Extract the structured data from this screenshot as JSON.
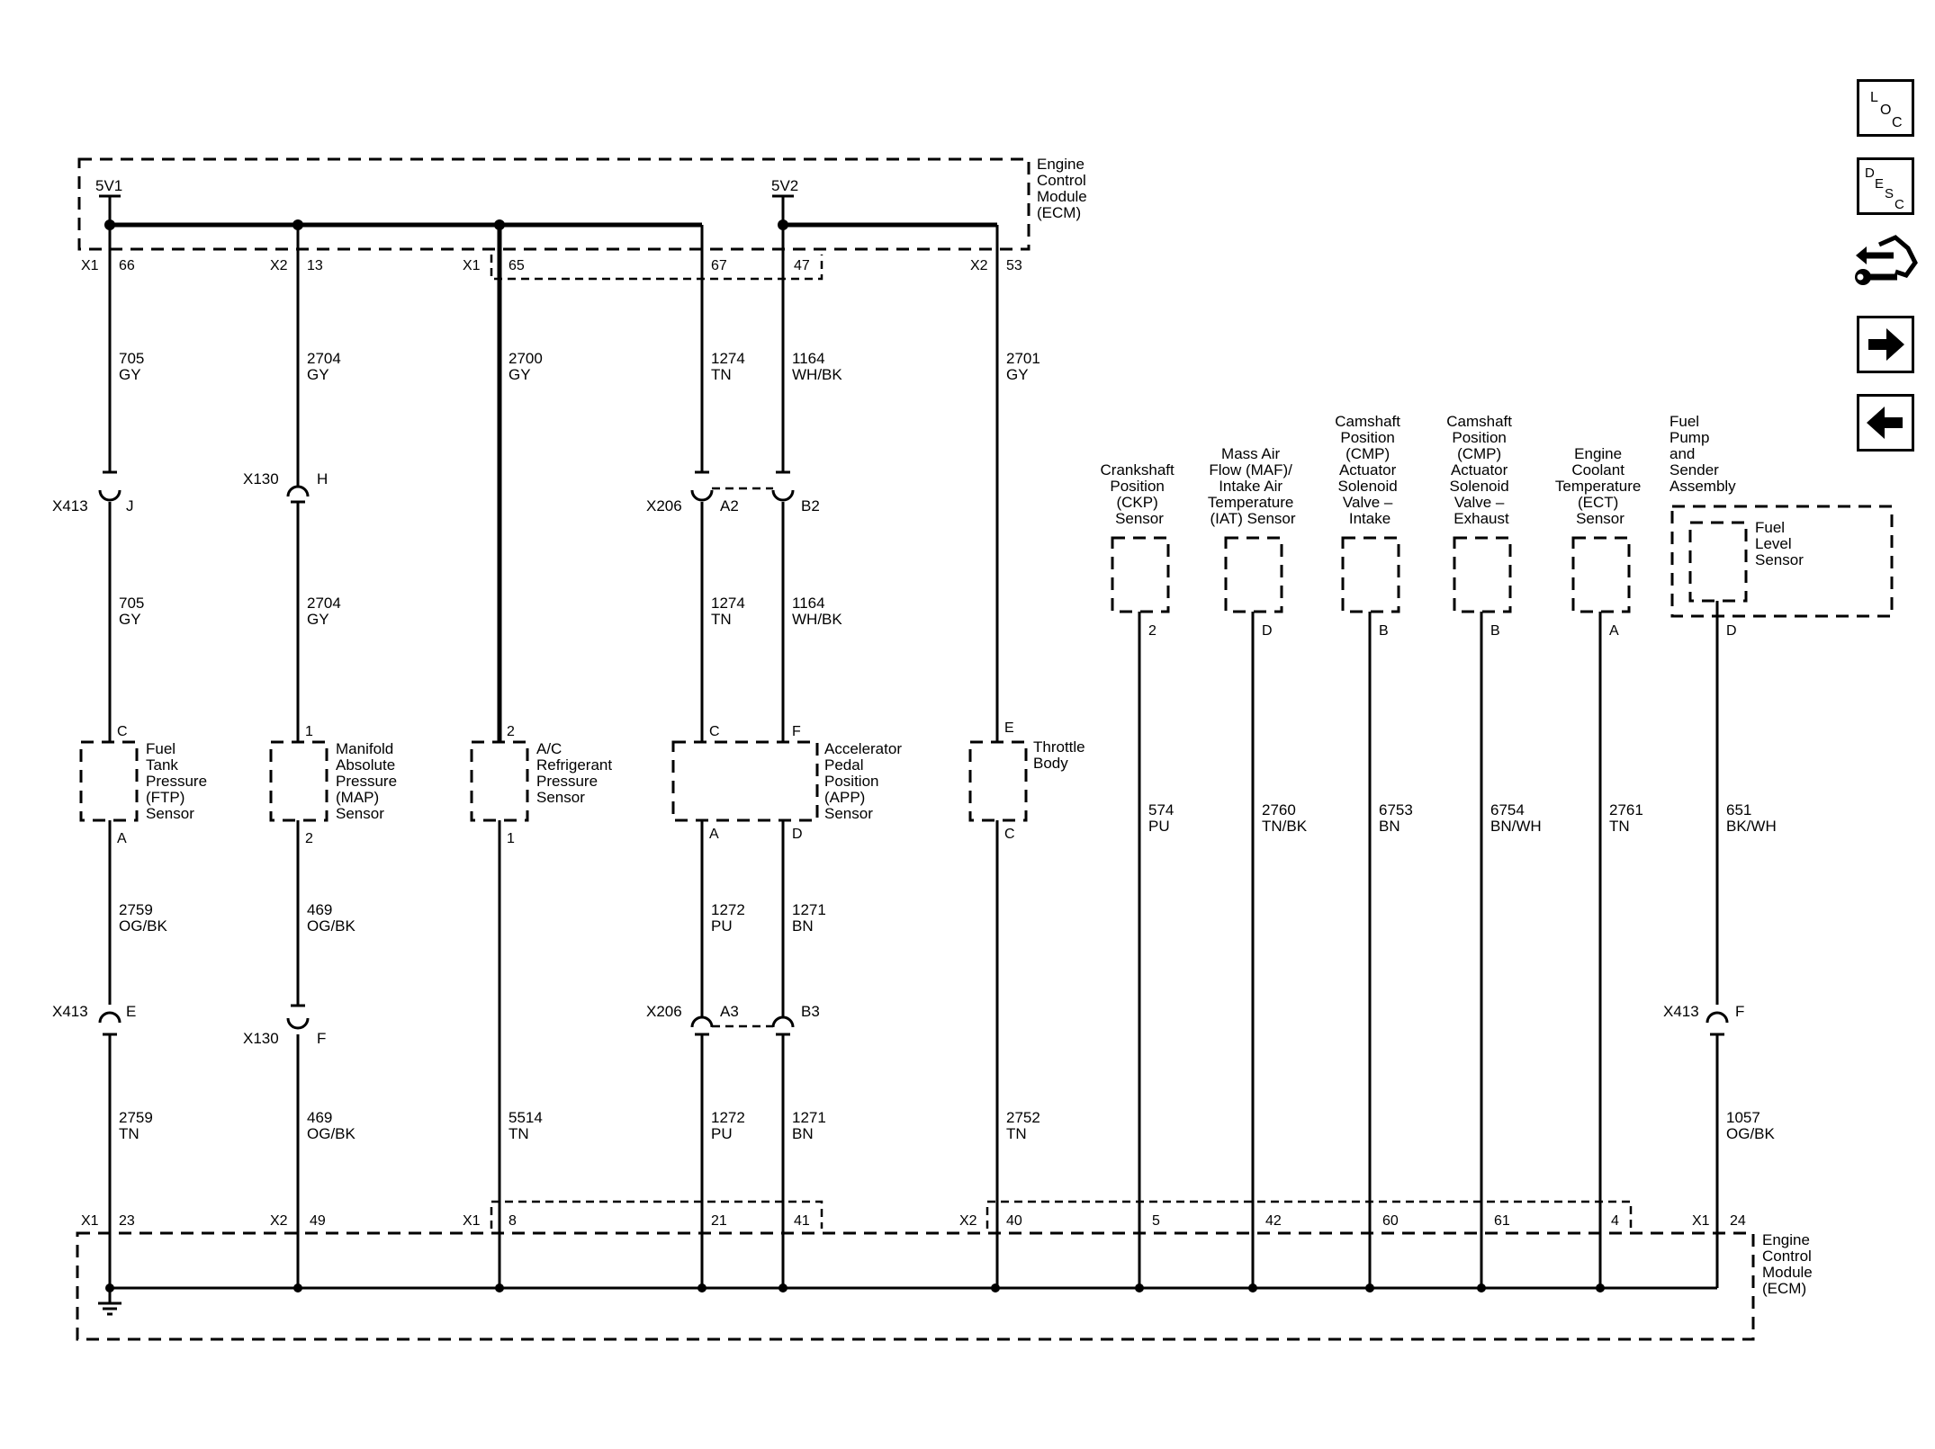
{
  "ecm_top": {
    "label_lines": [
      "Engine",
      "Control",
      "Module",
      "(ECM)"
    ],
    "supplies": [
      "5V1",
      "5V2"
    ],
    "pins": [
      {
        "conn": "X1",
        "pin": "66"
      },
      {
        "conn": "X2",
        "pin": "13"
      },
      {
        "conn": "X1",
        "pin": "65"
      },
      {
        "conn": "",
        "pin": "67"
      },
      {
        "conn": "",
        "pin": "47"
      },
      {
        "conn": "X2",
        "pin": "53"
      }
    ]
  },
  "ecm_bottom": {
    "label_lines": [
      "Engine",
      "Control",
      "Module",
      "(ECM)"
    ],
    "pins": [
      {
        "conn": "X1",
        "pin": "23"
      },
      {
        "conn": "X2",
        "pin": "49"
      },
      {
        "conn": "X1",
        "pin": "8"
      },
      {
        "conn": "",
        "pin": "21"
      },
      {
        "conn": "",
        "pin": "41"
      },
      {
        "conn": "X2",
        "pin": "40"
      },
      {
        "conn": "",
        "pin": "5"
      },
      {
        "conn": "",
        "pin": "42"
      },
      {
        "conn": "",
        "pin": "60"
      },
      {
        "conn": "",
        "pin": "61"
      },
      {
        "conn": "",
        "pin": "4"
      },
      {
        "conn": "X1",
        "pin": "24"
      }
    ]
  },
  "circuits_upper": [
    {
      "num": "705",
      "color": "GY"
    },
    {
      "num": "2704",
      "color": "GY"
    },
    {
      "num": "2700",
      "color": "GY"
    },
    {
      "num": "1274",
      "color": "TN"
    },
    {
      "num": "1164",
      "color": "WH/BK"
    },
    {
      "num": "2701",
      "color": "GY"
    }
  ],
  "connectors_upper": [
    {
      "name": "X413",
      "pin": "J"
    },
    {
      "name": "X130",
      "pin": "H"
    },
    {
      "name": "X206",
      "pin": "A2"
    },
    {
      "name": "",
      "pin": "B2"
    }
  ],
  "circuits_mid": [
    {
      "num": "705",
      "color": "GY"
    },
    {
      "num": "2704",
      "color": "GY"
    },
    {
      "num": "1274",
      "color": "TN"
    },
    {
      "num": "1164",
      "color": "WH/BK"
    }
  ],
  "sensors": [
    {
      "label_lines": [
        "Fuel",
        "Tank",
        "Pressure",
        "(FTP)",
        "Sensor"
      ],
      "pin_top": "C",
      "pin_bottom": "A"
    },
    {
      "label_lines": [
        "Manifold",
        "Absolute",
        "Pressure",
        "(MAP)",
        "Sensor"
      ],
      "pin_top": "1",
      "pin_bottom": "2"
    },
    {
      "label_lines": [
        "A/C",
        "Refrigerant",
        "Pressure",
        "Sensor"
      ],
      "pin_top": "2",
      "pin_bottom": "1"
    },
    {
      "label_lines": [
        "Accelerator",
        "Pedal",
        "Position",
        "(APP)",
        "Sensor"
      ],
      "pin_top_1": "C",
      "pin_top_2": "F",
      "pin_bottom_1": "A",
      "pin_bottom_2": "D"
    },
    {
      "label_lines": [
        "Throttle",
        "Body"
      ],
      "pin_top": "E",
      "pin_bottom": "C"
    }
  ],
  "circuits_lower_mid": [
    {
      "num": "2759",
      "color": "OG/BK"
    },
    {
      "num": "469",
      "color": "OG/BK"
    },
    {
      "num": "1272",
      "color": "PU"
    },
    {
      "num": "1271",
      "color": "BN"
    }
  ],
  "connectors_lower": [
    {
      "name": "X413",
      "pin": "E"
    },
    {
      "name": "X130",
      "pin": "F"
    },
    {
      "name": "X206",
      "pin": "A3"
    },
    {
      "name": "",
      "pin": "B3"
    },
    {
      "name": "X413",
      "pin": "F"
    }
  ],
  "circuits_lower": [
    {
      "num": "2759",
      "color": "TN"
    },
    {
      "num": "469",
      "color": "OG/BK"
    },
    {
      "num": "5514",
      "color": "TN"
    },
    {
      "num": "1272",
      "color": "PU"
    },
    {
      "num": "1271",
      "color": "BN"
    },
    {
      "num": "2752",
      "color": "TN"
    },
    {
      "num": "1057",
      "color": "OG/BK"
    }
  ],
  "right_sensors": [
    {
      "label_lines": [
        "Crankshaft",
        "Position",
        "(CKP)",
        "Sensor"
      ],
      "pin": "2",
      "circuit": "574",
      "color": "PU"
    },
    {
      "label_lines": [
        "Mass Air",
        "Flow (MAF)/",
        "Intake Air",
        "Temperature",
        "(IAT) Sensor"
      ],
      "pin": "D",
      "circuit": "2760",
      "color": "TN/BK"
    },
    {
      "label_lines": [
        "Camshaft",
        "Position",
        "(CMP)",
        "Actuator",
        "Solenoid",
        "Valve –",
        "Intake"
      ],
      "pin": "B",
      "circuit": "6753",
      "color": "BN"
    },
    {
      "label_lines": [
        "Camshaft",
        "Position",
        "(CMP)",
        "Actuator",
        "Solenoid",
        "Valve –",
        "Exhaust"
      ],
      "pin": "B",
      "circuit": "6754",
      "color": "BN/WH"
    },
    {
      "label_lines": [
        "Engine",
        "Coolant",
        "Temperature",
        "(ECT)",
        "Sensor"
      ],
      "pin": "A",
      "circuit": "2761",
      "color": "TN"
    }
  ],
  "fuel_pump": {
    "assembly_lines": [
      "Fuel",
      "Pump",
      "and",
      "Sender",
      "Assembly"
    ],
    "sensor_lines": [
      "Fuel",
      "Level",
      "Sensor"
    ],
    "pin": "D",
    "circuit": "651",
    "color": "BK/WH"
  },
  "nav": {
    "loc": {
      "l": "L",
      "o": "O",
      "c": "C"
    },
    "desc": {
      "d": "D",
      "e": "E",
      "s": "S",
      "c": "C"
    }
  }
}
